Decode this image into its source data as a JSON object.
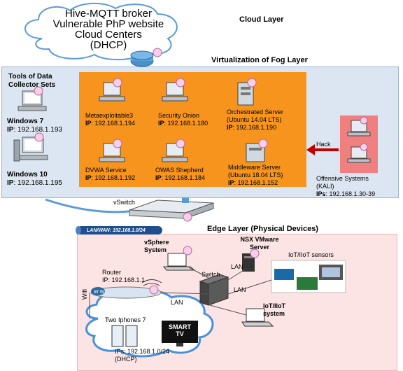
{
  "cloud_layer": {
    "label": "Cloud Layer",
    "lines": [
      "Hive-MQTT broker",
      "Vulnerable PhP website",
      "Cloud Centers",
      "(DHCP)"
    ]
  },
  "fog_layer": {
    "label": "Virtualization of Fog Layer",
    "collector": {
      "title_lines": [
        "Tools of Data",
        "Collector Sets"
      ],
      "hosts": [
        {
          "name": "Windows 7",
          "ip_label": "IP",
          "ip": ": 192.168.1.193"
        },
        {
          "name": "Windows 10",
          "ip_label": "IP",
          "ip": ": 192.168.1.195"
        }
      ]
    },
    "vms": [
      {
        "name": "Metaexploitable3",
        "ip_label": "IP",
        "ip": ": 192.168.1.194"
      },
      {
        "name": "Security Onion",
        "ip_label": "IP",
        "ip": ": 192.168.1.180"
      },
      {
        "name": "Orchestrated Server",
        "sub": "(Ubuntu 14.04 LTS)",
        "ip_label": "IP",
        "ip": ": 192.168.1.190"
      },
      {
        "name": "DVWA Service",
        "ip_label": "IP",
        "ip": ": 192.168.1.192"
      },
      {
        "name": "OWAS Shepherd",
        "ip_label": "IP",
        "ip": ": 192.168.1.184"
      },
      {
        "name": "Middleware Server",
        "sub": "(Ubuntu 18.04 LTS)",
        "ip_label": "IP",
        "ip": ": 192.168.1.152"
      }
    ],
    "hack_label": "Hack",
    "offensive": {
      "name": "Offensive Systems",
      "sub": "(KALI)",
      "ip_label": "IPs",
      "ip": ": 192.168.1.30-39"
    },
    "vswitch_label": "vSwitch"
  },
  "edge_layer": {
    "label": "Edge Layer (Physical Devices)",
    "lan_wan": "LAN/WAN: 192.168.1.0/24",
    "vsphere": [
      "vSphere",
      "System"
    ],
    "nsx": [
      "NSX VMware",
      "Server"
    ],
    "iot_sensors": "IoT/IIoT sensors",
    "router": {
      "name": "Router",
      "ip": "IP: 192.168.1.1"
    },
    "switch_label": "Switch",
    "wifi_label": "Wifi",
    "lan_labels": [
      "LAN",
      "LAN",
      "LAN"
    ],
    "iot_system": [
      "IoT/IIoT",
      "system"
    ],
    "phones": {
      "title": "Two Iphones 7",
      "ips": "IPs: 192.168.1.0/24",
      "dhcp": "(DHCP)"
    },
    "tv": [
      "SMART",
      "TV"
    ]
  },
  "colors": {
    "fog_bg": "#dce6f2",
    "vm_box": "#f7941d",
    "offensive_box": "#f08080",
    "edge_bg": "#fde4e4",
    "cloud_blue": "#5a9bd5",
    "hack_arrow": "#c00000"
  }
}
